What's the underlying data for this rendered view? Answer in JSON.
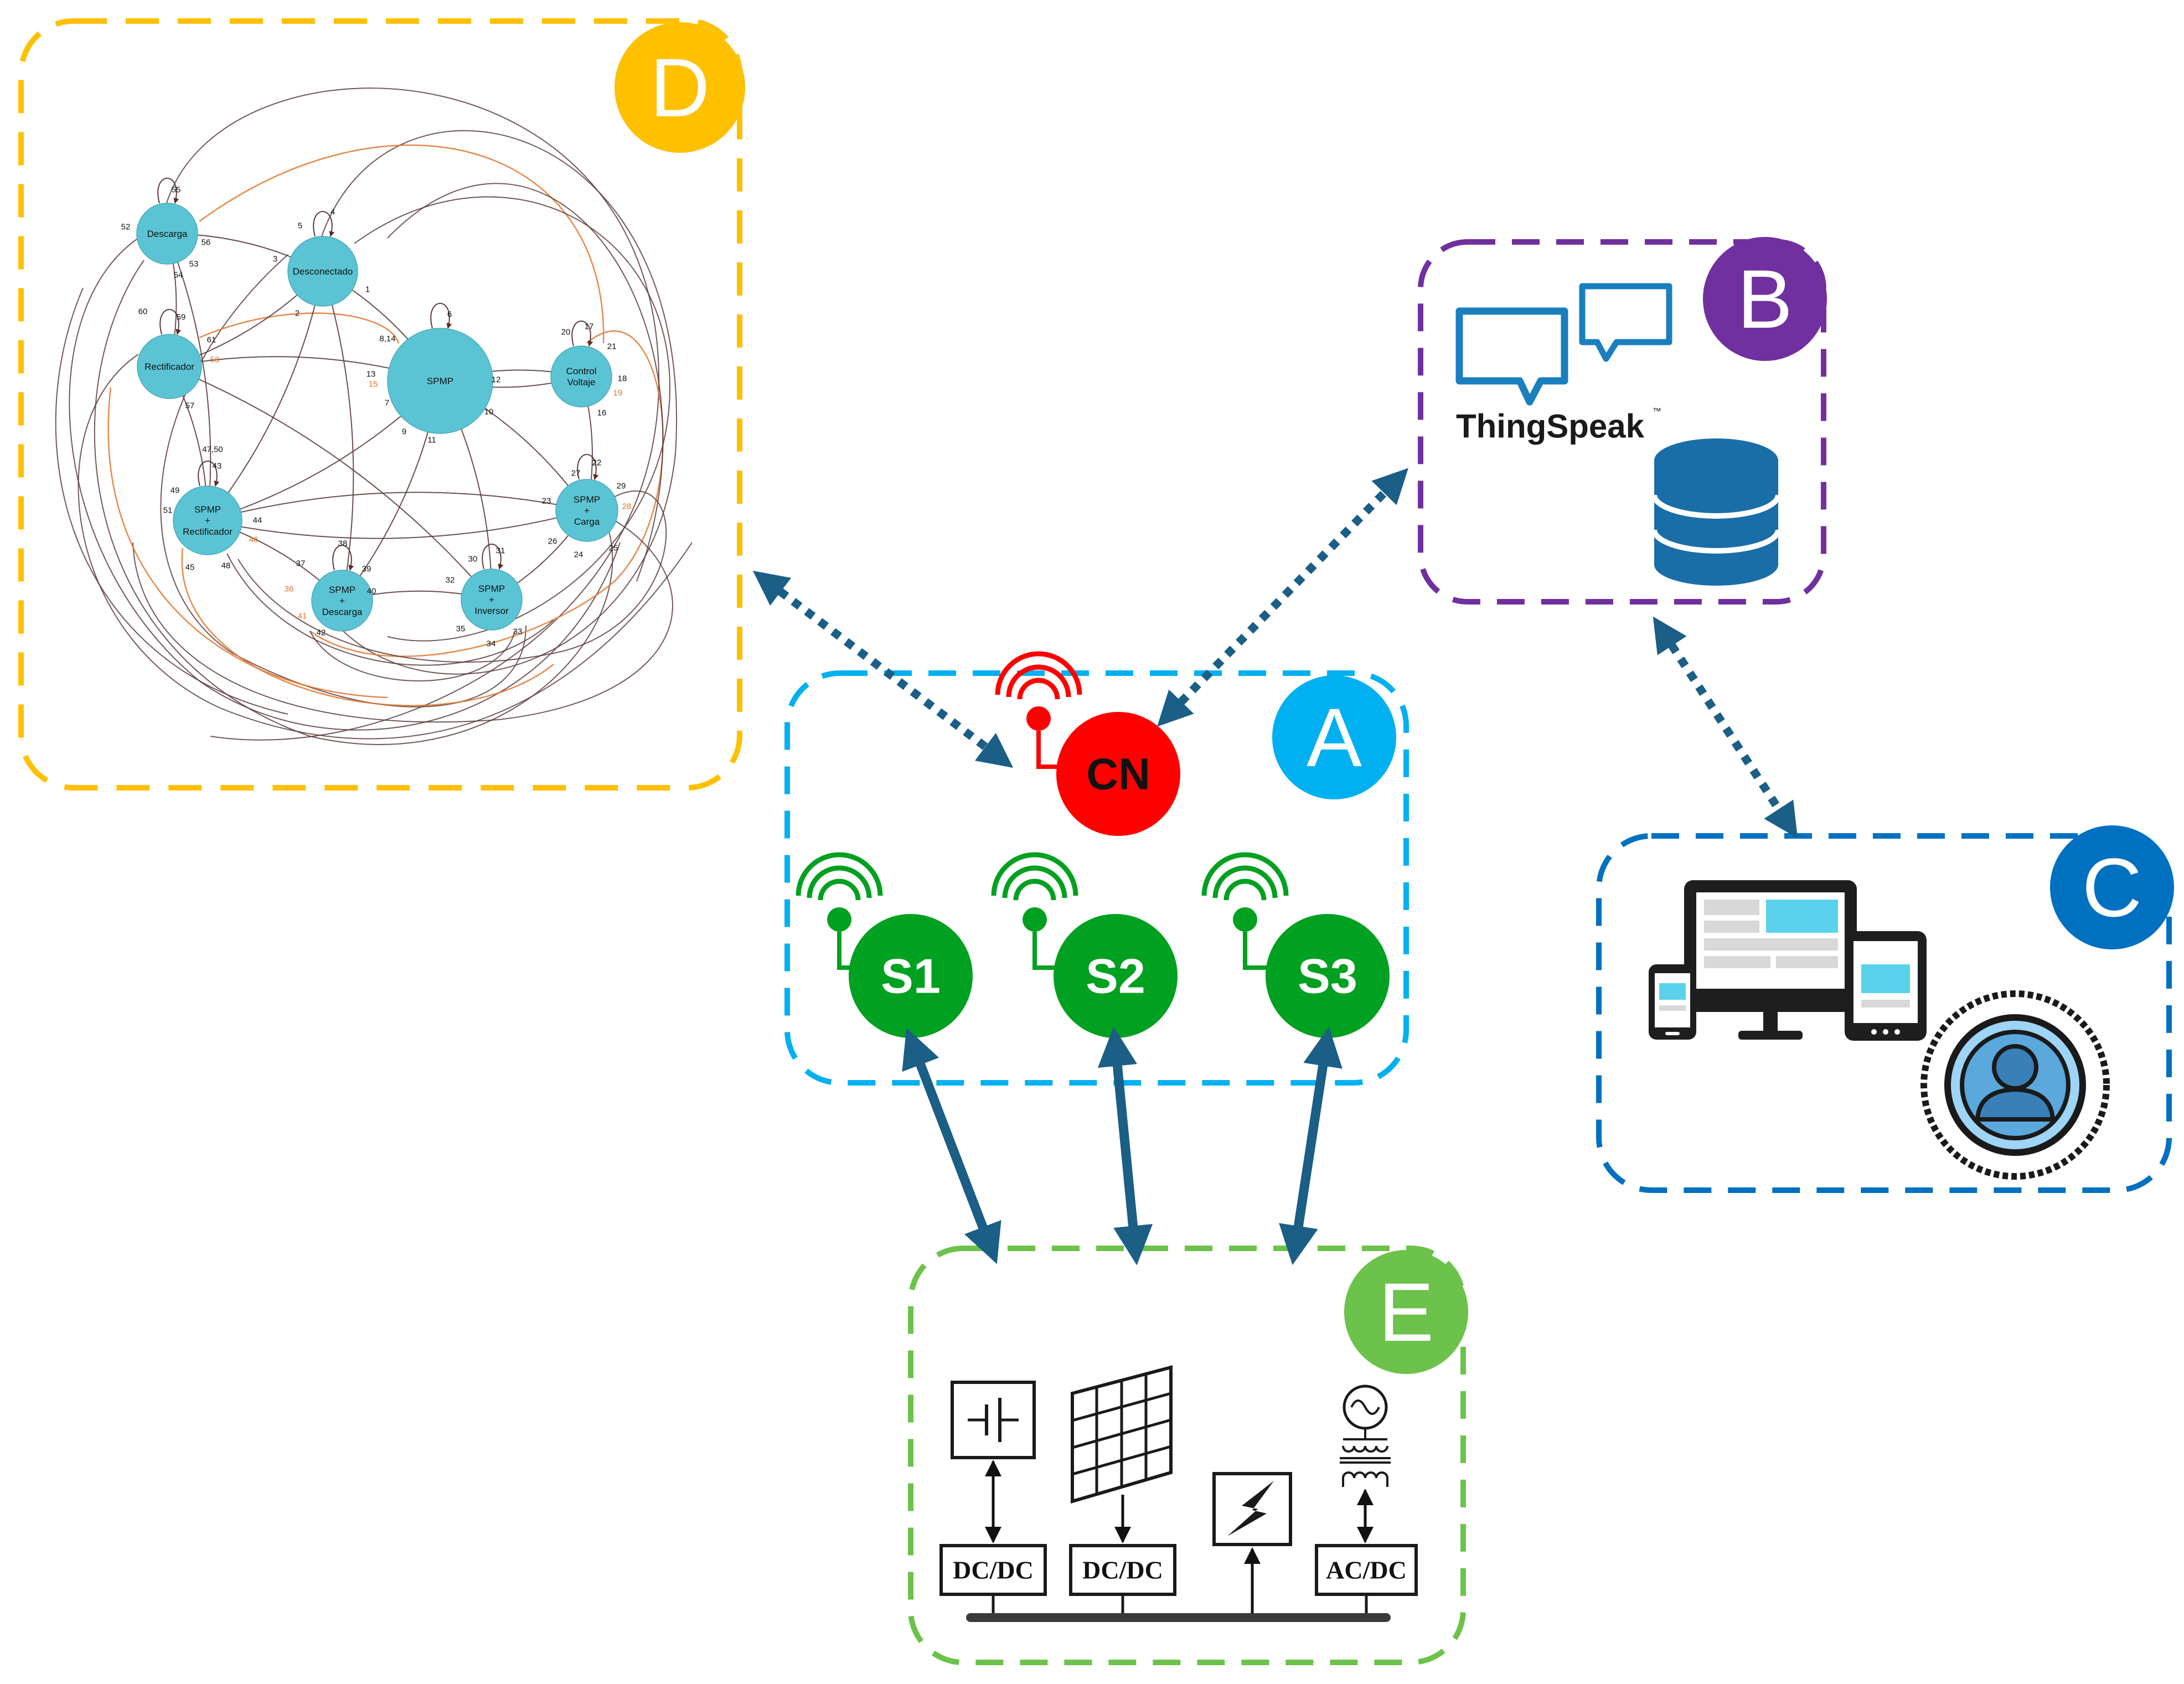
{
  "panels": {
    "D": {
      "badge": "D",
      "color": "#ffc000"
    },
    "B": {
      "badge": "B",
      "color": "#7030a0",
      "brand": "ThingSpeak",
      "trademark": "™"
    },
    "A": {
      "badge": "A",
      "color": "#00b0f0"
    },
    "C": {
      "badge": "C",
      "color": "#0070c0"
    },
    "E": {
      "badge": "E",
      "color": "#6cc24a"
    }
  },
  "wsn": {
    "coordinator": {
      "label": "CN",
      "color": "#ff0000"
    },
    "sensors": [
      {
        "label": "S1",
        "color": "#00a020"
      },
      {
        "label": "S2",
        "color": "#00a020"
      },
      {
        "label": "S3",
        "color": "#00a020"
      }
    ]
  },
  "power": {
    "converters": [
      "DC/DC",
      "DC/DC",
      "AC/DC"
    ]
  },
  "state_graph": {
    "node_color": "#5bc4d4",
    "edge_color": "#5a3a3a",
    "highlight_color": "#e2742b",
    "states": [
      {
        "label": "Descarga",
        "lines": [
          "Descarga"
        ]
      },
      {
        "label": "Desconectado",
        "lines": [
          "Desconectado"
        ]
      },
      {
        "label": "Rectificador",
        "lines": [
          "Rectificador"
        ]
      },
      {
        "label": "SPMP",
        "lines": [
          "SPMP"
        ]
      },
      {
        "label": "Control Voltaje",
        "lines": [
          "Control",
          "Voltaje"
        ]
      },
      {
        "label": "SPMP + Rectificador",
        "lines": [
          "SPMP",
          "+",
          "Rectificador"
        ]
      },
      {
        "label": "SPMP + Carga",
        "lines": [
          "SPMP",
          "+",
          "Carga"
        ]
      },
      {
        "label": "SPMP + Descarga",
        "lines": [
          "SPMP",
          "+",
          "Descarga"
        ]
      },
      {
        "label": "SPMP + Inversor",
        "lines": [
          "SPMP",
          "+",
          "Inversor"
        ]
      }
    ],
    "edge_numbers": [
      "55",
      "52",
      "5",
      "4",
      "56",
      "53",
      "54",
      "3",
      "1",
      "59",
      "61",
      "60",
      "58",
      "6",
      "8,14",
      "2",
      "20",
      "17",
      "21",
      "13",
      "15",
      "12",
      "18",
      "19",
      "16",
      "57",
      "7",
      "10",
      "9",
      "11",
      "47,50",
      "43",
      "22",
      "27",
      "49",
      "44",
      "23",
      "29",
      "51",
      "26",
      "28",
      "38",
      "45",
      "48",
      "37",
      "39",
      "30",
      "31",
      "36",
      "46",
      "40",
      "32",
      "24",
      "25",
      "41",
      "42",
      "35",
      "34",
      "33"
    ],
    "orange_edge_numbers": [
      "58",
      "15",
      "19",
      "28",
      "36",
      "46",
      "41"
    ]
  },
  "icon_names": [
    "thingspeak-chat-icon",
    "database-icon",
    "monitor-icon",
    "tablet-icon",
    "phone-icon",
    "user-avatar-icon",
    "battery-icon",
    "solar-panel-icon",
    "lightning-icon",
    "ac-source-icon",
    "transformer-icon",
    "antenna-icon"
  ]
}
